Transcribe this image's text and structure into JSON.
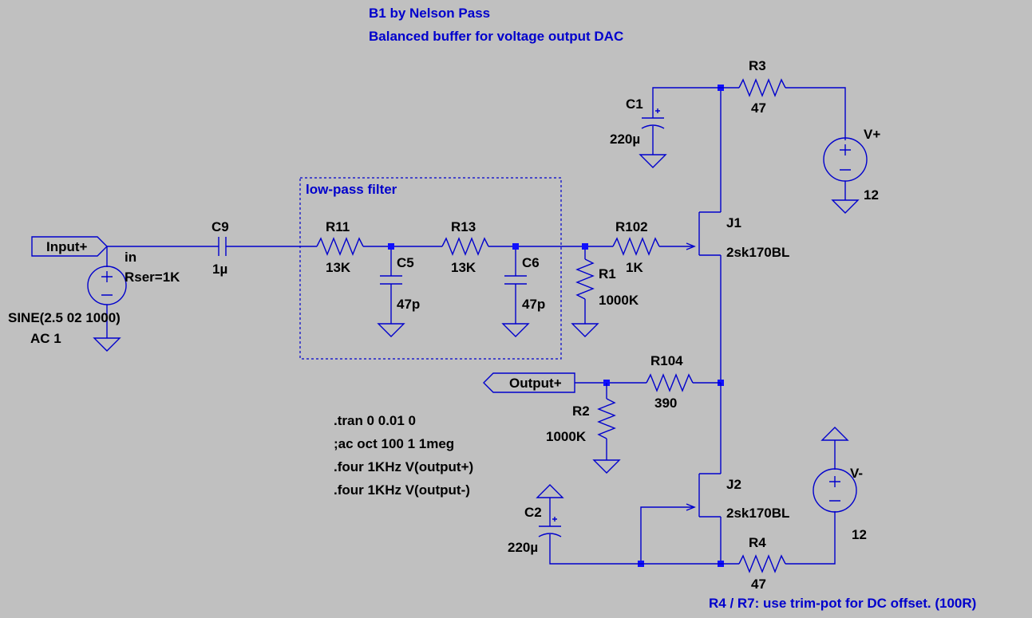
{
  "header": {
    "title": "B1 by Nelson Pass",
    "subtitle": "Balanced buffer for voltage output DAC"
  },
  "filter_box": {
    "label": "low-pass filter"
  },
  "source": {
    "net_label": "in",
    "rser": "Rser=1K",
    "spec": "SINE(2.5 02 1000)",
    "ac": "AC 1"
  },
  "ports": {
    "input": "Input+",
    "output": "Output+"
  },
  "components": {
    "c9": {
      "name": "C9",
      "value": "1µ"
    },
    "r11": {
      "name": "R11",
      "value": "13K"
    },
    "c5": {
      "name": "C5",
      "value": "47p"
    },
    "r13": {
      "name": "R13",
      "value": "13K"
    },
    "c6": {
      "name": "C6",
      "value": "47p"
    },
    "r1": {
      "name": "R1",
      "value": "1000K"
    },
    "r102": {
      "name": "R102",
      "value": "1K"
    },
    "j1": {
      "name": "J1",
      "value": "2sk170BL"
    },
    "c1": {
      "name": "C1",
      "value": "220µ"
    },
    "r3": {
      "name": "R3",
      "value": "47"
    },
    "vplus": {
      "name": "V+",
      "value": "12"
    },
    "r104": {
      "name": "R104",
      "value": "390"
    },
    "r2": {
      "name": "R2",
      "value": "1000K"
    },
    "j2": {
      "name": "J2",
      "value": "2sk170BL"
    },
    "c2": {
      "name": "C2",
      "value": "220µ"
    },
    "r4": {
      "name": "R4",
      "value": "47"
    },
    "vminus": {
      "name": "V-",
      "value": "12"
    }
  },
  "directives": [
    ".tran 0 0.01 0",
    ";ac oct 100 1 1meg",
    ".four 1KHz V(output+)",
    ".four 1KHz V(output-)"
  ],
  "note": "R4 / R7: use trim-pot for DC offset. (100R)",
  "colors": {
    "background": "#c0c0c0",
    "wire": "#0000cc",
    "text": "#000000",
    "comment": "#0000cc"
  }
}
